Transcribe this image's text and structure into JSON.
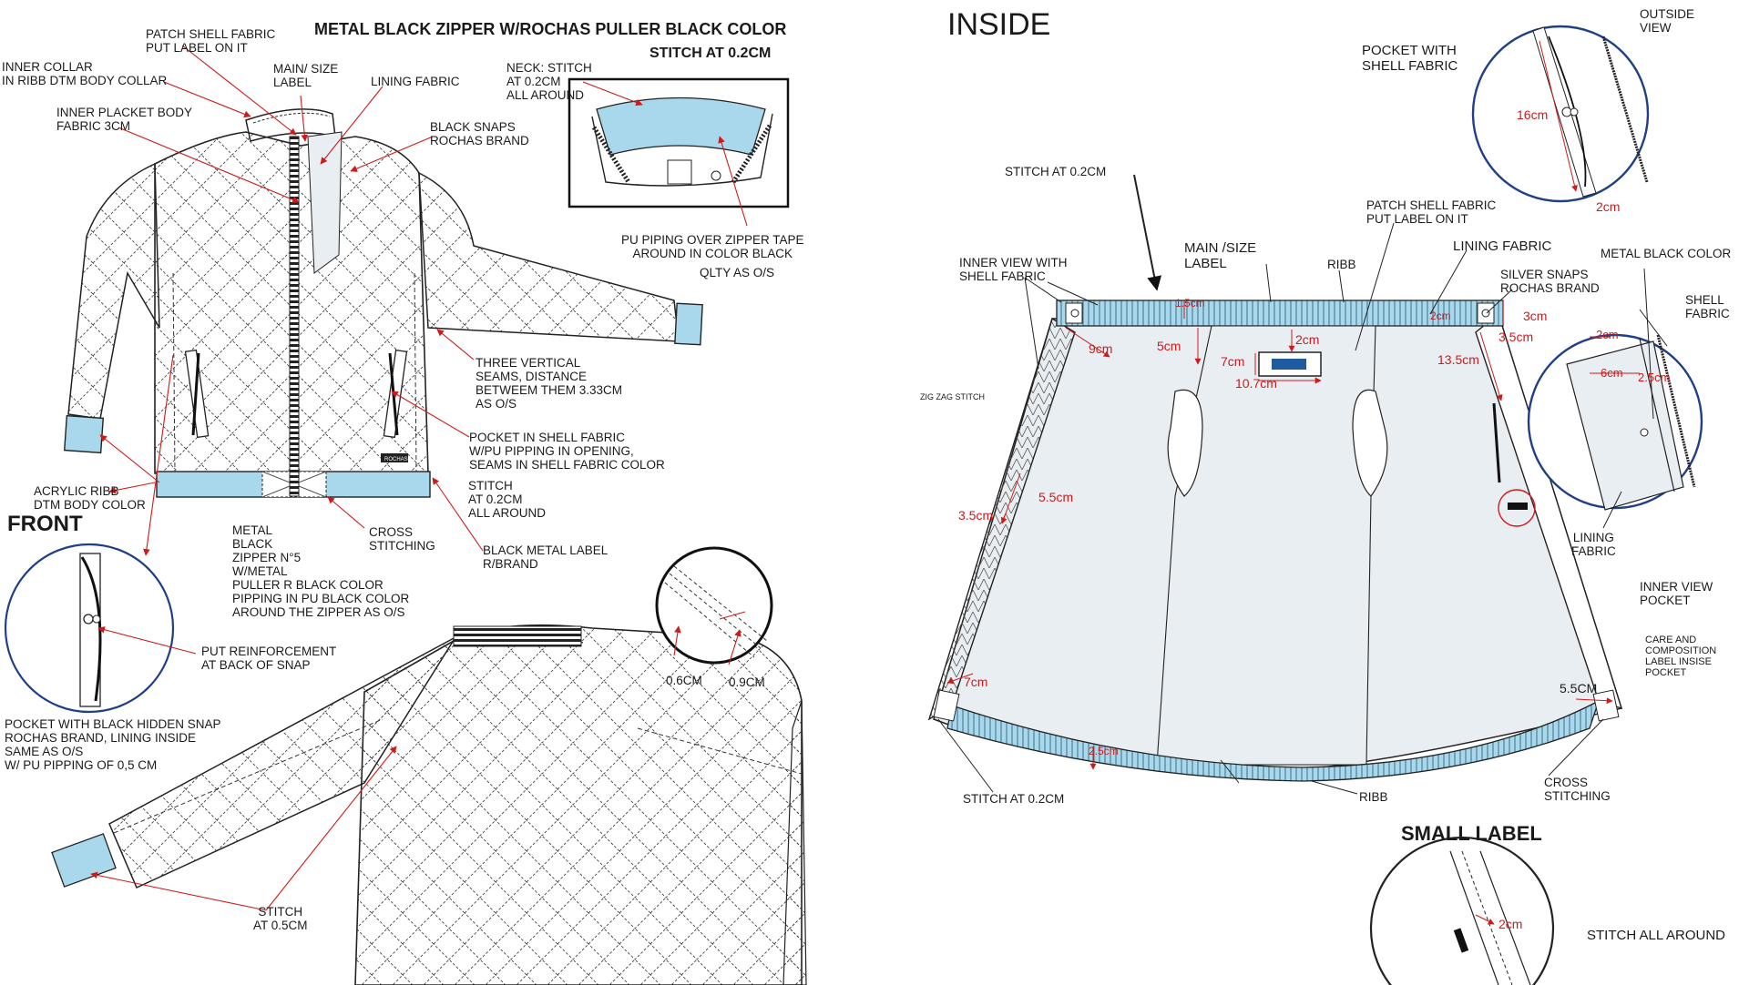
{
  "titles": {
    "main": "METAL BLACK ZIPPER W/ROCHAS PULLER BLACK COLOR",
    "stitch": "STITCH AT 0.2CM",
    "front": "FRONT",
    "inside": "INSIDE",
    "small_label": "SMALL LABEL"
  },
  "colors": {
    "ribb": "#a9d8ec",
    "lining": "#e9eef3",
    "annotation": "#d01a1a",
    "ink": "#1a1a1a"
  },
  "front_labels": {
    "patch": "PATCH SHELL FABRIC\nPUT LABEL ON IT",
    "inner_collar": "INNER COLLAR\nIN RIBB DTM BODY COLLAR",
    "main_size": "MAIN/ SIZE\nLABEL",
    "lining": "LINING FABRIC",
    "neck": "NECK: STITCH\nAT 0.2CM\nALL AROUND",
    "inner_placket": "INNER PLACKET BODY\nFABRIC 3CM",
    "snaps": "BLACK SNAPS\nROCHAS BRAND",
    "pu_piping": "PU PIPING OVER ZIPPER TAPE\nAROUND IN COLOR BLACK",
    "qlty": "QLTY AS O/S",
    "seams": "THREE VERTICAL\nSEAMS, DISTANCE\nBETWEEM THEM 3.33CM\nAS O/S",
    "pocket_shell": "POCKET IN SHELL FABRIC\nW/PU PIPPING  IN OPENING,\nSEAMS IN SHELL FABRIC COLOR",
    "acrylic": "ACRYLIC RIBB\nDTM BODY COLOR",
    "stitch_around": "STITCH\nAT 0.2CM\nALL AROUND",
    "cross": "CROSS\nSTITCHING",
    "metal_zipper": "METAL\nBLACK\nZIPPER N°5\nW/METAL\nPULLER R BLACK COLOR\nPIPPING IN PU BLACK COLOR\nAROUND THE ZIPPER AS O/S",
    "black_label": "BLACK METAL LABEL\nR/BRAND",
    "reinforcement": "PUT REINFORCEMENT\nAT BACK OF SNAP",
    "pocket_hidden": "POCKET WITH BLACK HIDDEN SNAP\nROCHAS BRAND, LINING INSIDE\nSAME AS O/S\nW/ PU PIPPING OF 0,5 CM",
    "stitch_05": "STITCH\nAT 0.5CM",
    "dim_06": "0.6CM",
    "dim_09": "0.9CM",
    "brand_tag": "ROCHAS"
  },
  "inside_labels": {
    "pocket_with_shell": "POCKET WITH\nSHELL FABRIC",
    "outside_view": "OUTSIDE\nVIEW",
    "stitch_top": "STITCH AT 0.2CM",
    "patch": "PATCH SHELL FABRIC\nPUT LABEL ON IT",
    "main_size": "MAIN /SIZE\nLABEL",
    "inner_view_shell": "INNER VIEW WITH\nSHELL FABRIC",
    "ribb_top": "RIBB",
    "lining": "LINING FABRIC",
    "silver_snaps": "SILVER SNAPS\nROCHAS BRAND",
    "metal_black": "METAL BLACK COLOR",
    "shell_fabric": "SHELL\nFABRIC",
    "zigzag": "ZIG ZAG STITCH",
    "lining_fabric": "LINING\nFABRIC",
    "inner_view_pocket": "INNER VIEW\nPOCKET",
    "care": "CARE AND\nCOMPOSITION\nLABEL INSISE\nPOCKET",
    "stitch_bottom": "STITCH AT 0.2CM",
    "ribb_bottom": "RIBB",
    "cross": "CROSS\nSTITCHING",
    "stitch_all_around": "STITCH ALL AROUND"
  },
  "dimensions": {
    "d16": "16cm",
    "d2a": "2cm",
    "d1_5": "1.5cm",
    "d2b": "2cm",
    "d3": "3cm",
    "d3_5": "3.5cm",
    "d9": "9cm",
    "d5": "5cm",
    "d2c": "2cm",
    "d7a": "7cm",
    "d10_7": "10.7cm",
    "d13_5": "13.5cm",
    "d2d": "2cm",
    "d6": "6cm",
    "d2_5": "2.5cm",
    "d5_5a": "5.5cm",
    "d3_5b": "3.5cm",
    "d7b": "7cm",
    "d5_5b": "5.5CM",
    "d2_5b": "2.5cm",
    "d2e": "2cm"
  }
}
